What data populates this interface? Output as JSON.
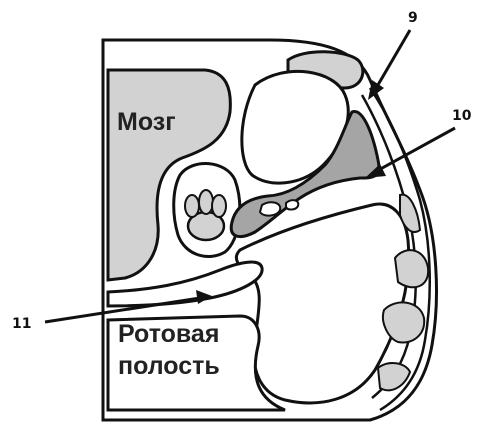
{
  "labels": {
    "brain": "Мозг",
    "oral_cavity_line1": "Ротовая",
    "oral_cavity_line2": "полость"
  },
  "callouts": {
    "n9": "9",
    "n10": "10",
    "n11": "11"
  },
  "colors": {
    "outline": "#111111",
    "light_gray": "#d2d2d2",
    "mid_gray": "#a5a5a5",
    "background": "#ffffff"
  }
}
